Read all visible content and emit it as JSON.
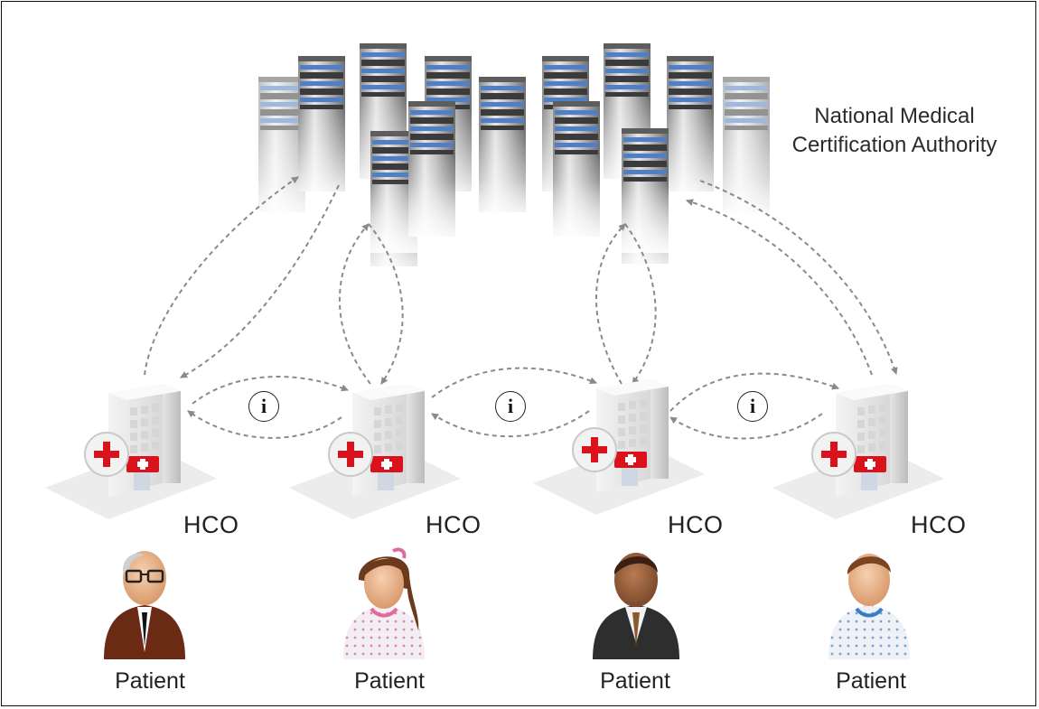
{
  "authority": {
    "line1": "National Medical",
    "line2": "Certification Authority",
    "icon": "server-cluster-icon"
  },
  "hcos": [
    {
      "label": "HCO",
      "icon": "hospital-building-icon"
    },
    {
      "label": "HCO",
      "icon": "hospital-building-icon"
    },
    {
      "label": "HCO",
      "icon": "hospital-building-icon"
    },
    {
      "label": "HCO",
      "icon": "hospital-building-icon"
    }
  ],
  "info_links": [
    {
      "symbol": "i",
      "icon": "info-icon"
    },
    {
      "symbol": "i",
      "icon": "info-icon"
    },
    {
      "symbol": "i",
      "icon": "info-icon"
    }
  ],
  "patients": [
    {
      "label": "Patient",
      "icon": "elderly-man-patient-icon"
    },
    {
      "label": "Patient",
      "icon": "girl-patient-icon"
    },
    {
      "label": "Patient",
      "icon": "businessman-patient-icon"
    },
    {
      "label": "Patient",
      "icon": "man-patient-icon"
    }
  ],
  "colors": {
    "arrow": "#8a8a8a",
    "cross_red": "#d9121b",
    "server_blue": "#4f7fc4",
    "text": "#222222"
  }
}
